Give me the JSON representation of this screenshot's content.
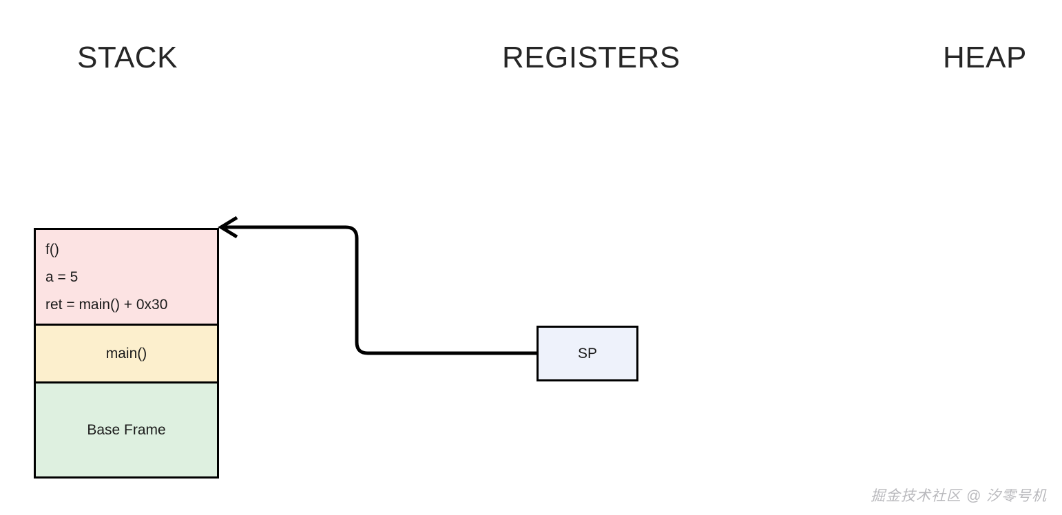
{
  "sections": {
    "stack_title": "STACK",
    "registers_title": "REGISTERS",
    "heap_title": "HEAP"
  },
  "stack": {
    "frames": [
      {
        "id": "f-frame",
        "name": "f()",
        "color": "#FCE3E3",
        "lines": [
          "f()",
          "a = 5",
          "ret = main() + 0x30"
        ]
      },
      {
        "id": "main-frame",
        "name": "main()",
        "color": "#FCEFCD",
        "lines": [
          "main()"
        ]
      },
      {
        "id": "base-frame",
        "name": "Base Frame",
        "color": "#DEF0E0",
        "lines": [
          "Base Frame"
        ]
      }
    ]
  },
  "registers": {
    "sp": {
      "label": "SP",
      "color": "#EEF2FB",
      "points_to": "f()"
    }
  },
  "heap": {
    "items": []
  },
  "connector": {
    "name": "sp-to-f-frame-arrow",
    "from": "SP",
    "to": "f() frame top",
    "color": "#000000"
  },
  "watermark": {
    "text": "掘金技术社区 @ 汐零号机",
    "color": "#b9b9bd"
  }
}
